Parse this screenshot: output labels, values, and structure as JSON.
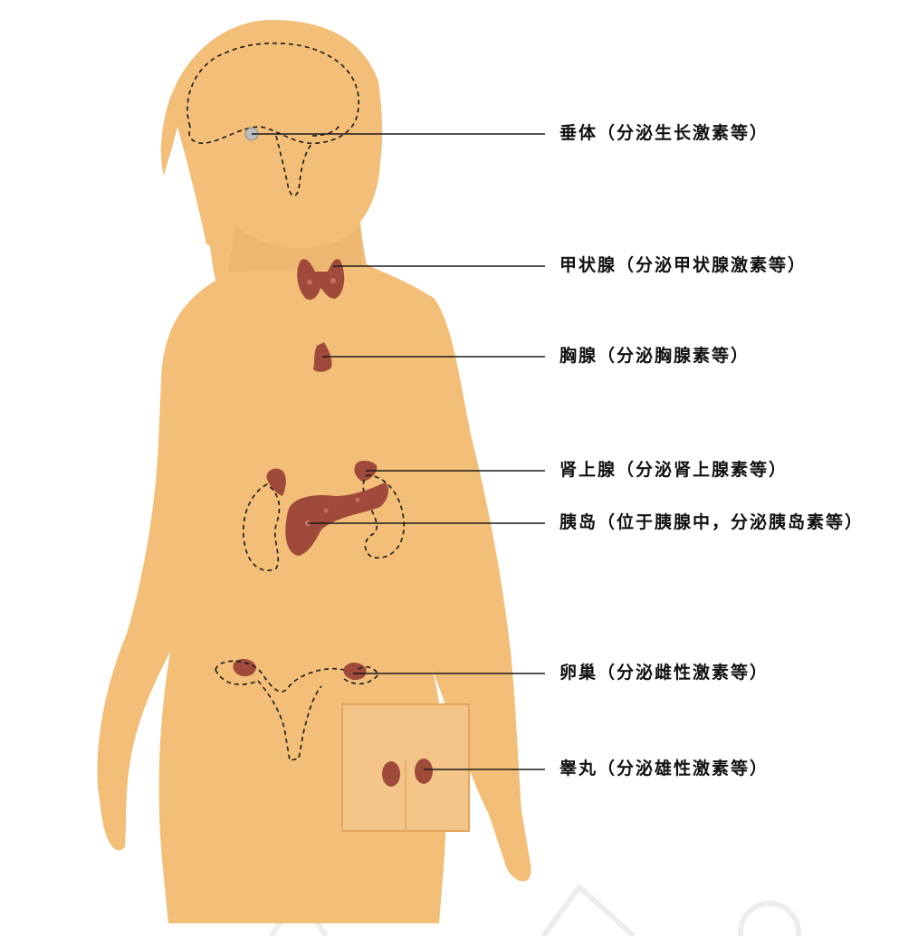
{
  "colors": {
    "skin": "#F2BE78",
    "gland": "#A04A3C",
    "gland_highlight": "#C77062",
    "outline": "#1A1A1A",
    "leader_line": "#1A1A1A",
    "pituitary": "#BDBDBD",
    "inset_frame": "#E3A660",
    "watermark": "#EDEDED"
  },
  "labels": [
    {
      "id": "pituitary",
      "text": "垂体（分泌生长激素等）"
    },
    {
      "id": "thyroid",
      "text": "甲状腺（分泌甲状腺激素等）"
    },
    {
      "id": "thymus",
      "text": "胸腺（分泌胸腺素等）"
    },
    {
      "id": "adrenal",
      "text": "肾上腺（分泌肾上腺素等）"
    },
    {
      "id": "pancreatic-islet",
      "text": "胰岛（位于胰腺中，分泌胰岛素等）"
    },
    {
      "id": "ovary",
      "text": "卵巢（分泌雌性激素等）"
    },
    {
      "id": "testis",
      "text": "睾丸（分泌雄性激素等）"
    }
  ]
}
